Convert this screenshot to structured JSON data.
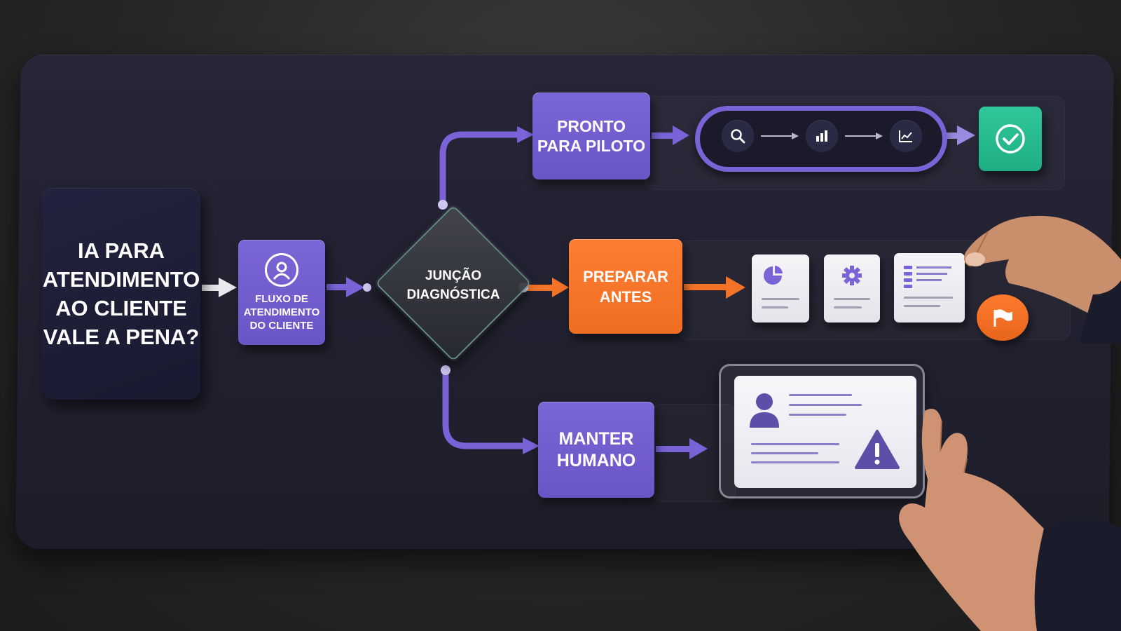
{
  "title": "IA PARA ATENDIMENTO AO CLIENTE VALE A PENA?",
  "title_lines": [
    "IA PARA",
    "ATENDIMENTO",
    "AO CLIENTE",
    "VALE A PENA?"
  ],
  "flow_node": {
    "lines": [
      "FLUXO DE",
      "ATENDIMENTO",
      "DO CLIENTE"
    ],
    "icon": "user-icon"
  },
  "junction": {
    "lines": [
      "JUNÇÃO",
      "DIAGNÓSTICA"
    ]
  },
  "branches": {
    "pilot": {
      "lines": [
        "PRONTO",
        "PARA PILOTO"
      ],
      "icons": [
        "search-icon",
        "bar-chart-icon",
        "line-chart-icon",
        "check-icon"
      ]
    },
    "prepare": {
      "lines": [
        "PREPARAR",
        "ANTES"
      ],
      "icons": [
        "pie-chart-icon",
        "gear-icon",
        "list-icon",
        "flag-icon"
      ]
    },
    "human": {
      "lines": [
        "MANTER",
        "HUMANO"
      ],
      "icons": [
        "user-icon",
        "warning-icon"
      ]
    }
  },
  "colors": {
    "purple": "#6f5bd0",
    "orange": "#f47326",
    "green": "#22b889",
    "board": "#22222f",
    "white_arrow": "#e9e9ee"
  }
}
